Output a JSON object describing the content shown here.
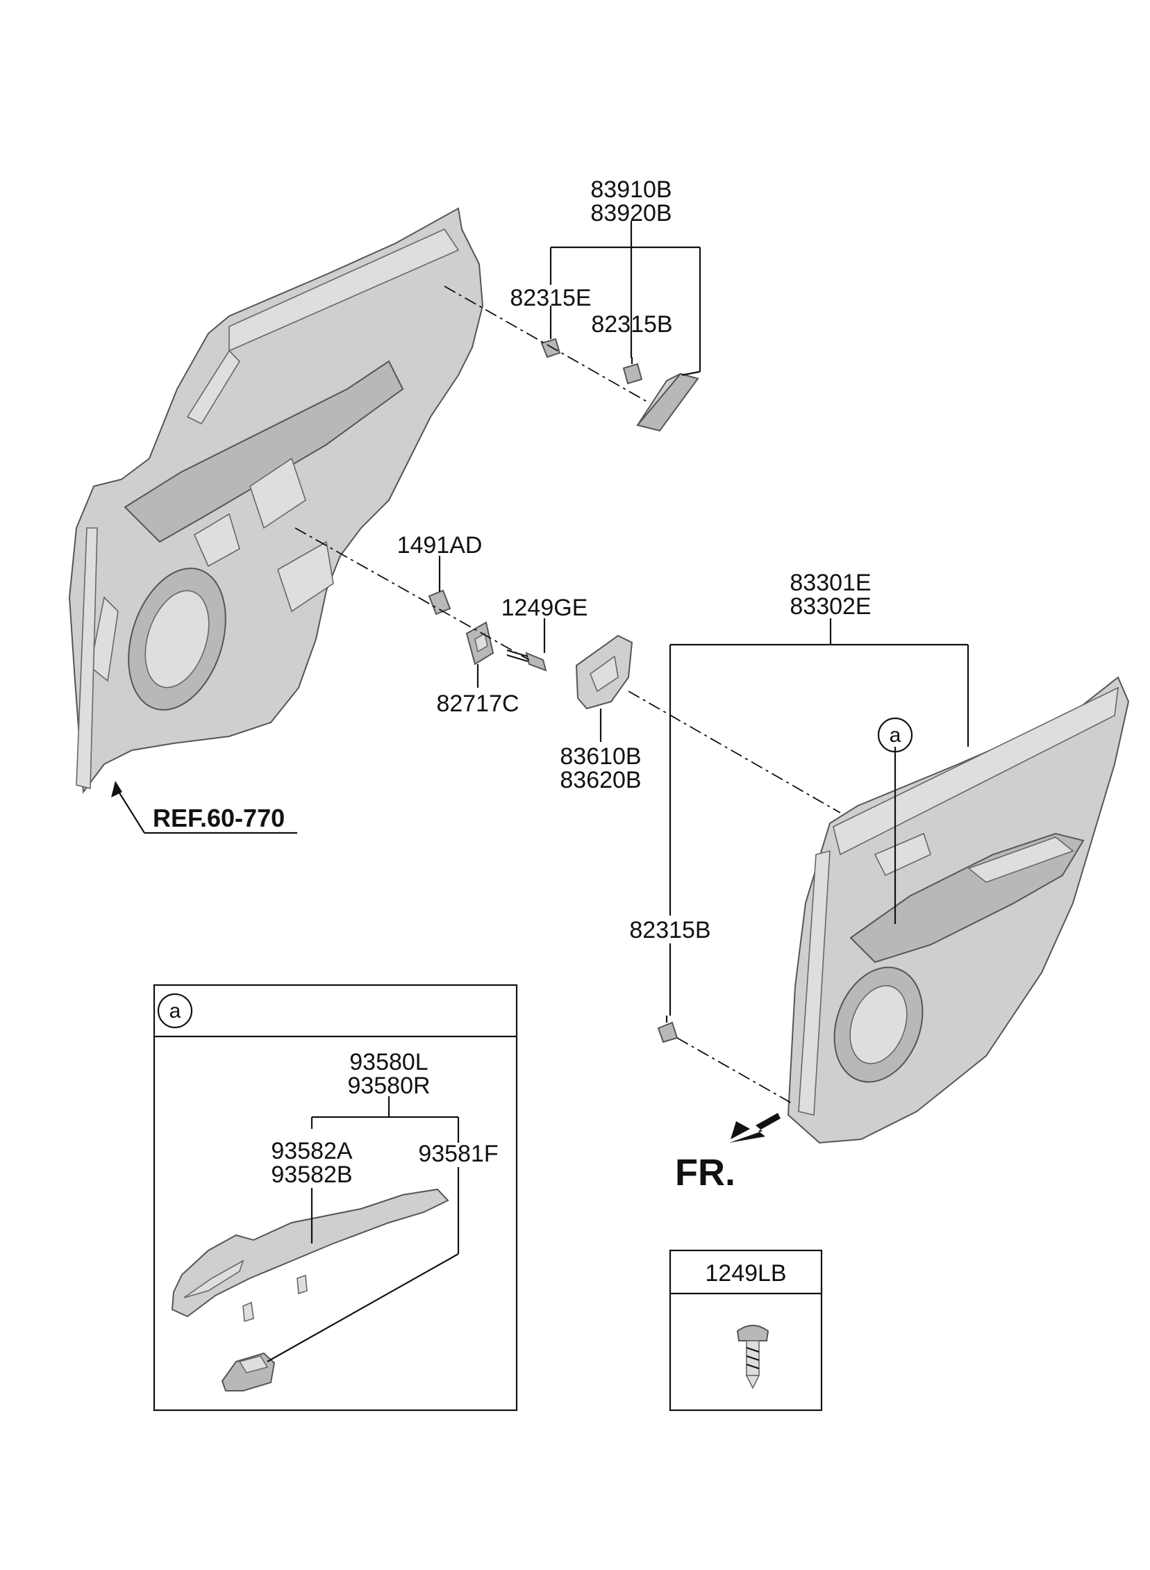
{
  "labels": {
    "p83910B": "83910B",
    "p83920B": "83920B",
    "p82315E": "82315E",
    "p82315B_top": "82315B",
    "p1491AD": "1491AD",
    "p1249GE": "1249GE",
    "p82717C": "82717C",
    "p83301E": "83301E",
    "p83302E": "83302E",
    "p83610B": "83610B",
    "p83620B": "83620B",
    "p82315B_low": "82315B",
    "ref": "REF.60-770",
    "fr": "FR.",
    "callout_a": "a",
    "inset_a": "a",
    "p93580L": "93580L",
    "p93580R": "93580R",
    "p93582A": "93582A",
    "p93582B": "93582B",
    "p93581F": "93581F",
    "p1249LB": "1249LB"
  }
}
